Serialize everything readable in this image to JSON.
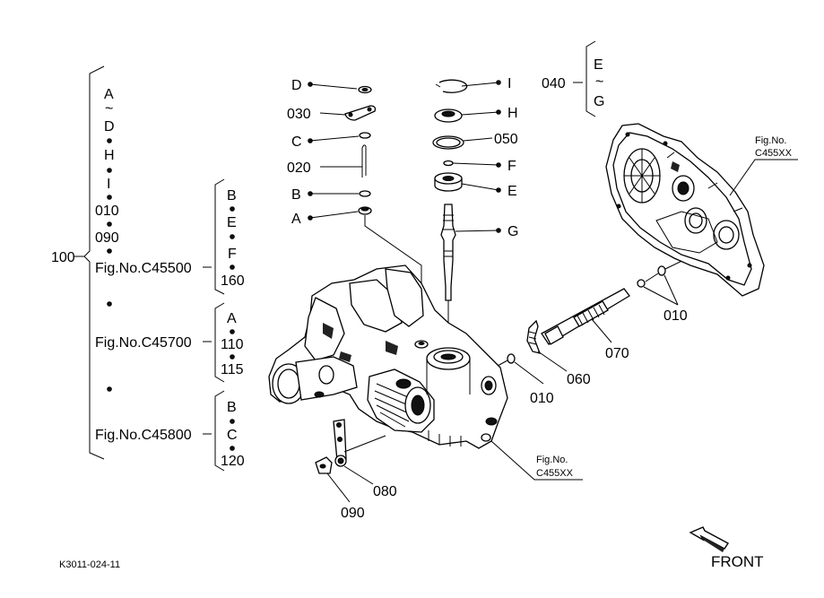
{
  "left_tree": {
    "root": "100",
    "items_col1": [
      "A",
      "~",
      "D",
      "H",
      "I",
      "010",
      "090"
    ],
    "sub_groups": [
      {
        "ref": "Fig.No.C45500",
        "items": [
          "B",
          "E",
          "F",
          "160"
        ]
      },
      {
        "ref": "Fig.No.C45700",
        "items": [
          "A",
          "110",
          "115"
        ]
      },
      {
        "ref": "Fig.No.C45800",
        "items": [
          "B",
          "C",
          "120"
        ]
      }
    ]
  },
  "top_right_group": {
    "code": "040",
    "items": [
      "E",
      "~",
      "G"
    ]
  },
  "callouts": {
    "D": "D",
    "c030": "030",
    "C": "C",
    "c020": "020",
    "B": "B",
    "A": "A",
    "I": "I",
    "H": "H",
    "c050": "050",
    "F": "F",
    "E": "E",
    "G": "G",
    "c010a": "010",
    "c070": "070",
    "c060": "060",
    "c010b": "010",
    "c080": "080",
    "c090": "090"
  },
  "fig_refs": {
    "cover": {
      "line1": "Fig.No.",
      "line2": "C455XX"
    },
    "housing": {
      "line1": "Fig.No.",
      "line2": "C455XX"
    }
  },
  "footer": {
    "drawing_code": "K3011-024-11",
    "direction": "FRONT"
  }
}
